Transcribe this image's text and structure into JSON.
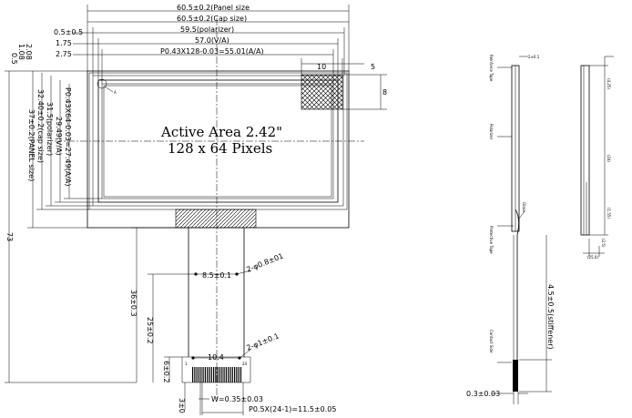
{
  "active_area": {
    "line1": "Active Area 2.42\"",
    "line2": "128  x 64 Pixels"
  },
  "top_dims": {
    "panel": "60.5±0.2(Panel size",
    "cap": "60.5±0.2(Cap size)",
    "polarizer": "59.5(polarizer)",
    "va": "57.0(V/A)",
    "aa": "P0.43X128-0.03=55.01(A/A)",
    "d1": "0.5±0.5",
    "d2": "1.75",
    "d3": "2.75"
  },
  "left_dims": {
    "v1": "0.5",
    "v2": "1.08",
    "v3": "2.08",
    "aa": "P0.43X64-0.03=27.49(A/A)",
    "va": "29.49(V/A)",
    "pol": "31.5(polarizer)",
    "cap": "32.40±0.2(cap size)",
    "panel": "37±0.2(PANEL size)",
    "total": "73"
  },
  "right_dims": {
    "d10": "10",
    "d5": "5",
    "d8": "8"
  },
  "marker": "A",
  "fpc_dims": {
    "h36": "36±0.3",
    "h25": "25±0.2",
    "h6": "6±0.2",
    "w85": "8.5±0.1",
    "r1": "2-φ0.8±01",
    "w104": "10.4",
    "r2": "2-φ1±0.1",
    "h3": "3±0",
    "w": "W=0.35±0.03",
    "pitch": "P0.5X(24-1)=11.5±0.05",
    "pin1": "1",
    "pin24": "24"
  },
  "side_dims": {
    "stiffener": "4.5±0.5(stiffener)",
    "t": "0.3±0.03",
    "labels": [
      "Reinforce Tape",
      "Polarizer",
      "Glass",
      "Protective Tape",
      "Contact Side"
    ],
    "small": [
      "(4.25)",
      "(24)",
      "(1.55)",
      "(2.5)",
      "(25.0)"
    ]
  }
}
